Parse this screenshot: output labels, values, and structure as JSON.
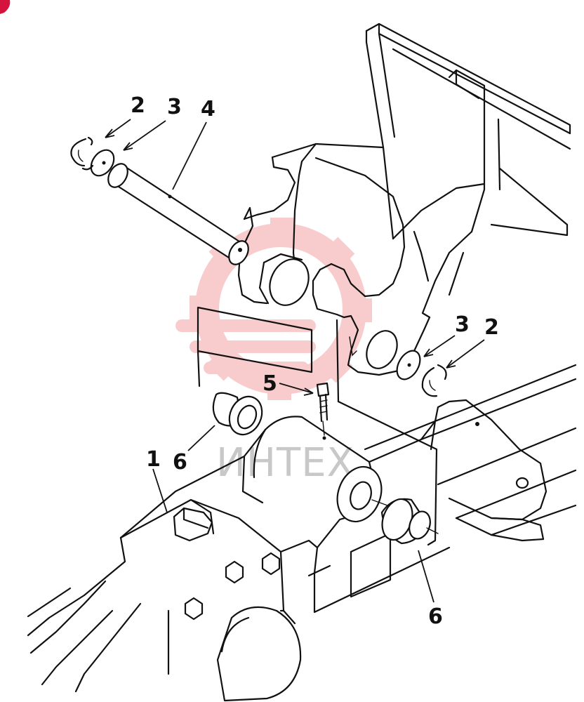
{
  "callouts": {
    "c1": "1",
    "c2a": "2",
    "c3a": "3",
    "c4": "4",
    "c5": "5",
    "c6a": "6",
    "c3b": "3",
    "c2b": "2",
    "c6b": "6"
  },
  "watermark": {
    "text": "ИНТЕХ",
    "color": "#e84a4a"
  },
  "colors": {
    "line": "#111111",
    "background": "#ffffff",
    "corner_badge": "#d4143c"
  }
}
